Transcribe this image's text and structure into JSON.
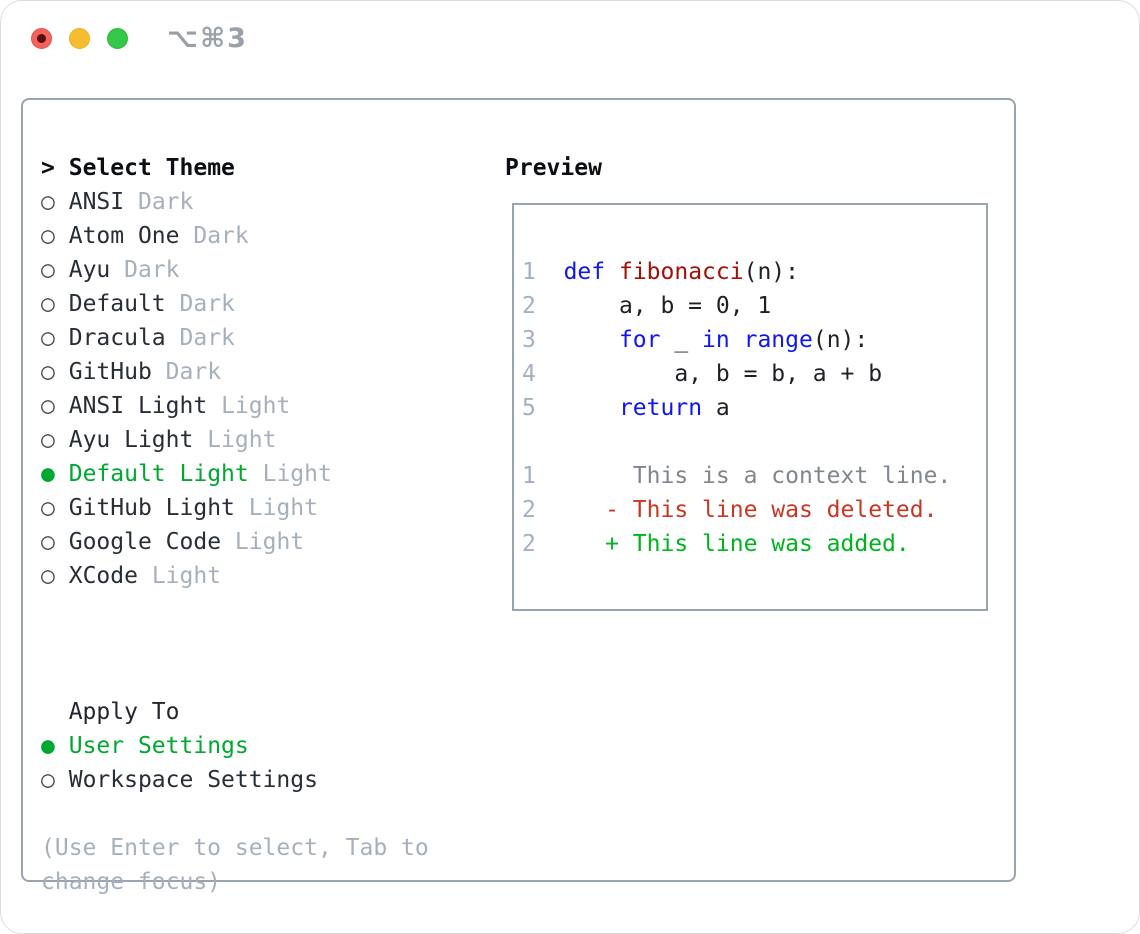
{
  "titlebar": {
    "shortcut_label": "⌥⌘3",
    "window_controls": [
      "close",
      "minimize",
      "zoom"
    ]
  },
  "theme_list": {
    "title": "Select Theme",
    "cursor_prefix": ">",
    "items": [
      {
        "name": "ANSI",
        "variant": "Dark",
        "selected": false
      },
      {
        "name": "Atom One",
        "variant": "Dark",
        "selected": false
      },
      {
        "name": "Ayu",
        "variant": "Dark",
        "selected": false
      },
      {
        "name": "Default",
        "variant": "Dark",
        "selected": false
      },
      {
        "name": "Dracula",
        "variant": "Dark",
        "selected": false
      },
      {
        "name": "GitHub",
        "variant": "Dark",
        "selected": false
      },
      {
        "name": "ANSI Light",
        "variant": "Light",
        "selected": false
      },
      {
        "name": "Ayu Light",
        "variant": "Light",
        "selected": false
      },
      {
        "name": "Default Light",
        "variant": "Light",
        "selected": true
      },
      {
        "name": "GitHub Light",
        "variant": "Light",
        "selected": false
      },
      {
        "name": "Google Code",
        "variant": "Light",
        "selected": false
      },
      {
        "name": "XCode",
        "variant": "Light",
        "selected": false
      }
    ]
  },
  "apply_to": {
    "title": "Apply To",
    "options": [
      {
        "label": "User Settings",
        "selected": true
      },
      {
        "label": "Workspace Settings",
        "selected": false
      }
    ]
  },
  "help_text": {
    "lines": [
      "(Use Enter to select, Tab to",
      "change focus)"
    ]
  },
  "preview": {
    "title": "Preview",
    "lines": [
      {
        "segs": [
          {
            "t": "1",
            "c": "num"
          },
          {
            "t": "  ",
            "c": "plain"
          },
          {
            "t": "def",
            "c": "kw"
          },
          {
            "t": " ",
            "c": "plain"
          },
          {
            "t": "fibonacci",
            "c": "fn"
          },
          {
            "t": "(n):",
            "c": "plain"
          }
        ]
      },
      {
        "segs": [
          {
            "t": "2",
            "c": "num"
          },
          {
            "t": "      a, b = 0, 1",
            "c": "plain"
          }
        ]
      },
      {
        "segs": [
          {
            "t": "3",
            "c": "num"
          },
          {
            "t": "      ",
            "c": "plain"
          },
          {
            "t": "for",
            "c": "kw"
          },
          {
            "t": " _ ",
            "c": "plain"
          },
          {
            "t": "in",
            "c": "kw"
          },
          {
            "t": " ",
            "c": "plain"
          },
          {
            "t": "range",
            "c": "kw"
          },
          {
            "t": "(n):",
            "c": "plain"
          }
        ]
      },
      {
        "segs": [
          {
            "t": "4",
            "c": "num"
          },
          {
            "t": "          a, b = b, a + b",
            "c": "plain"
          }
        ]
      },
      {
        "segs": [
          {
            "t": "5",
            "c": "num"
          },
          {
            "t": "      ",
            "c": "plain"
          },
          {
            "t": "return",
            "c": "kw"
          },
          {
            "t": " a",
            "c": "plain"
          }
        ]
      },
      {
        "segs": []
      },
      {
        "segs": [
          {
            "t": "1",
            "c": "num"
          },
          {
            "t": "       ",
            "c": "plain"
          },
          {
            "t": "This is a context line.",
            "c": "ctx"
          }
        ]
      },
      {
        "segs": [
          {
            "t": "2",
            "c": "num"
          },
          {
            "t": "     ",
            "c": "plain"
          },
          {
            "t": "- This line was deleted.",
            "c": "del"
          }
        ]
      },
      {
        "segs": [
          {
            "t": "2",
            "c": "num"
          },
          {
            "t": "     ",
            "c": "plain"
          },
          {
            "t": "+ This line was added.",
            "c": "add"
          }
        ]
      }
    ]
  },
  "icons": {
    "radio_unselected": "○",
    "radio_selected": "●"
  },
  "colors": {
    "green_selected": "#00a832",
    "green_added": "#00b41e",
    "red_deleted": "#c83723",
    "blue_keyword": "#0f16f0",
    "darkred_function": "#a31008",
    "gray_muted": "#a6b0bc",
    "gray_context": "#7f868e",
    "gray_linenum": "#a3b0c2",
    "panel_border": "#9aa3ae",
    "traffic_red": "#f4625b",
    "traffic_yellow": "#f7bd30",
    "traffic_green": "#34c748"
  }
}
